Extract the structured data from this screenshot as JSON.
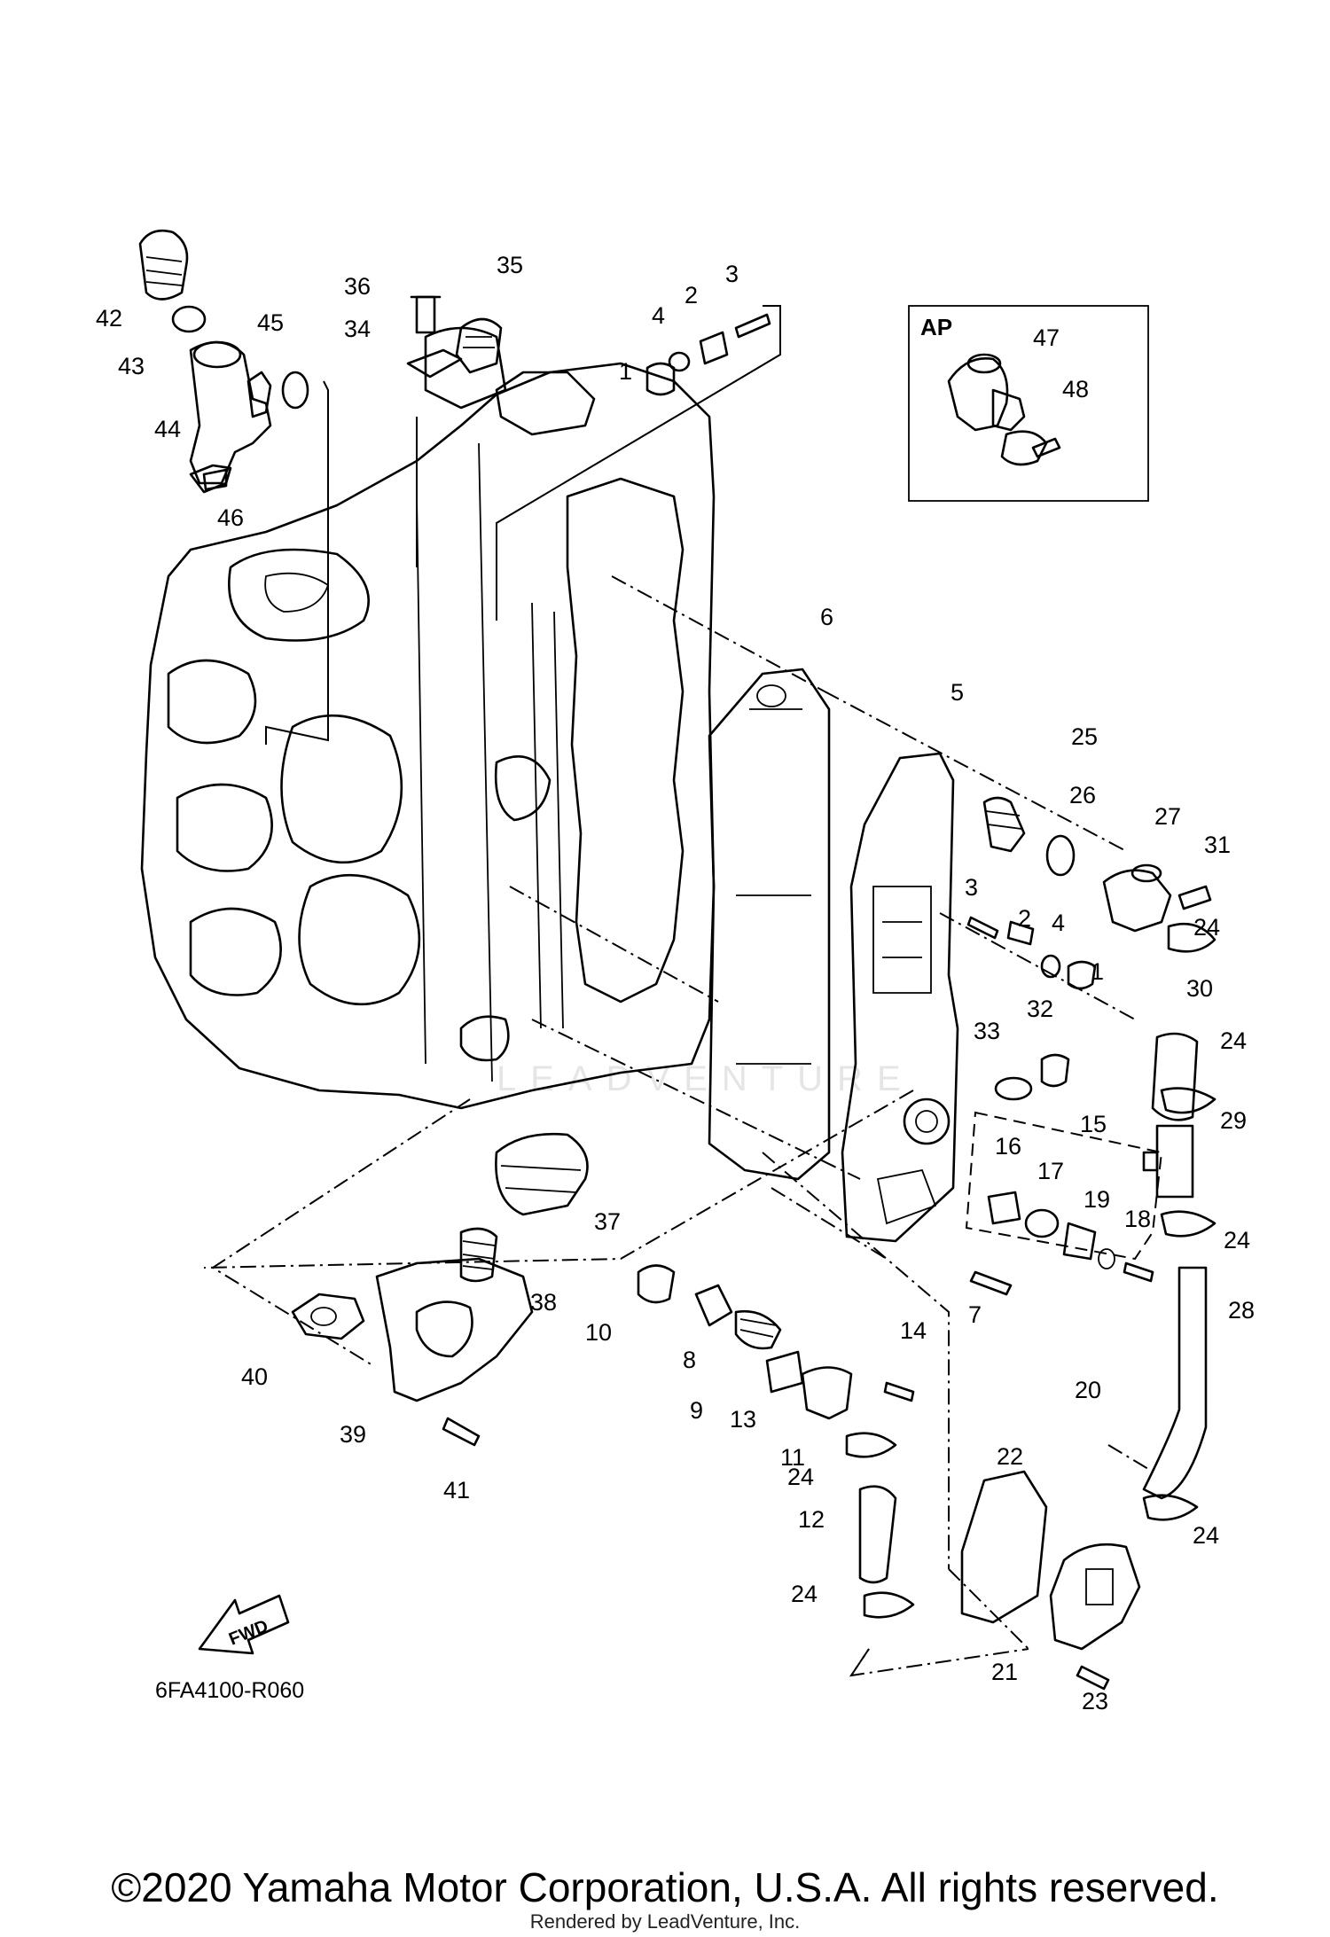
{
  "diagram": {
    "code": "6FA4100-R060",
    "inset_label": "AP",
    "fwd_label": "FWD",
    "watermark": "LEADVENTURE",
    "copyright": "©2020 Yamaha Motor Corporation, U.S.A. All rights reserved.",
    "rendered_by": "Rendered by LeadVenture, Inc."
  },
  "callouts": [
    {
      "num": "1"
    },
    {
      "num": "2"
    },
    {
      "num": "3"
    },
    {
      "num": "4"
    },
    {
      "num": "5"
    },
    {
      "num": "6"
    },
    {
      "num": "7"
    },
    {
      "num": "8"
    },
    {
      "num": "9"
    },
    {
      "num": "10"
    },
    {
      "num": "11"
    },
    {
      "num": "12"
    },
    {
      "num": "13"
    },
    {
      "num": "14"
    },
    {
      "num": "15"
    },
    {
      "num": "16"
    },
    {
      "num": "17"
    },
    {
      "num": "18"
    },
    {
      "num": "19"
    },
    {
      "num": "20"
    },
    {
      "num": "21"
    },
    {
      "num": "22"
    },
    {
      "num": "23"
    },
    {
      "num": "24"
    },
    {
      "num": "25"
    },
    {
      "num": "26"
    },
    {
      "num": "27"
    },
    {
      "num": "28"
    },
    {
      "num": "29"
    },
    {
      "num": "30"
    },
    {
      "num": "31"
    },
    {
      "num": "32"
    },
    {
      "num": "33"
    },
    {
      "num": "34"
    },
    {
      "num": "35"
    },
    {
      "num": "36"
    },
    {
      "num": "37"
    },
    {
      "num": "38"
    },
    {
      "num": "39"
    },
    {
      "num": "40"
    },
    {
      "num": "41"
    },
    {
      "num": "42"
    },
    {
      "num": "43"
    },
    {
      "num": "44"
    },
    {
      "num": "45"
    },
    {
      "num": "46"
    },
    {
      "num": "47"
    },
    {
      "num": "48"
    }
  ]
}
